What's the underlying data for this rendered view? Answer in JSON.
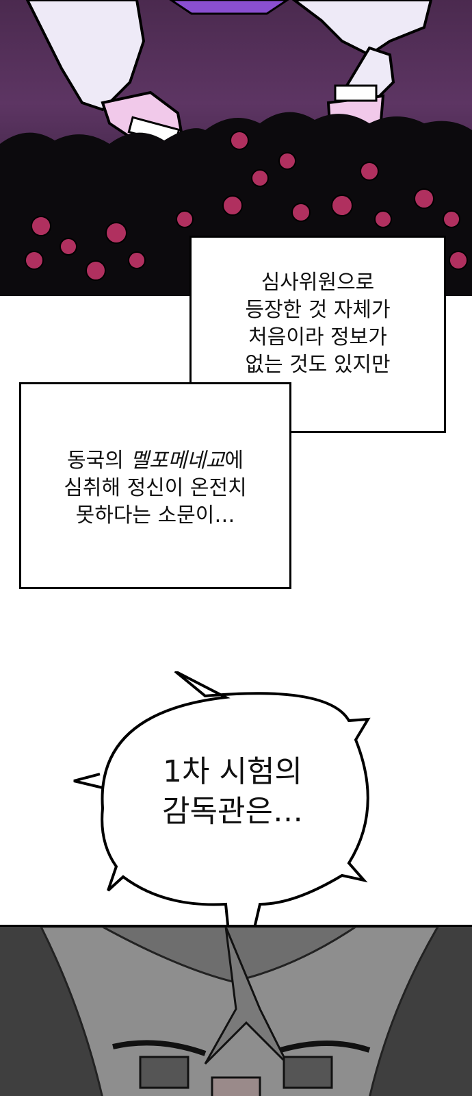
{
  "narration_1": {
    "lines": [
      "심사위원으로",
      "등장한 것 자체가",
      "처음이라 정보가",
      "없는 것도 있지만"
    ]
  },
  "narration_2": {
    "line1_prefix": "동국의 ",
    "line1_emphasis": "멜포메네교",
    "line1_suffix": "에",
    "line2": "심취해 정신이 온전치",
    "line3": "못하다는 소문이…"
  },
  "speech_bubble": {
    "lines": [
      "1차 시험의",
      "감독관은…"
    ]
  },
  "colors": {
    "night_sky": "#4b2a4f",
    "flowers": "#b0305f",
    "bubble_fill": "#ffffff",
    "outline": "#000000"
  }
}
